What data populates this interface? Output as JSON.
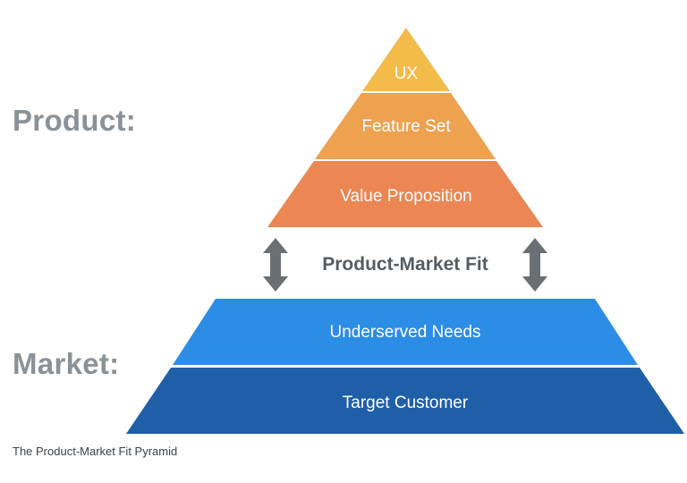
{
  "diagram": {
    "product_label": "Product:",
    "market_label": "Market:",
    "fit_label": "Product-Market Fit",
    "caption": "The Product-Market Fit Pyramid",
    "product_tiers": [
      {
        "label": "UX",
        "color": "#f2bb4a"
      },
      {
        "label": "Feature Set",
        "color": "#eea14e"
      },
      {
        "label": "Value Proposition",
        "color": "#ec8652"
      }
    ],
    "market_tiers": [
      {
        "label": "Underserved Needs",
        "color": "#2c8de6"
      },
      {
        "label": "Target Customer",
        "color": "#1f5fa8"
      }
    ],
    "arrow_color": "#6a6f74",
    "label_color": "#8a9197"
  }
}
